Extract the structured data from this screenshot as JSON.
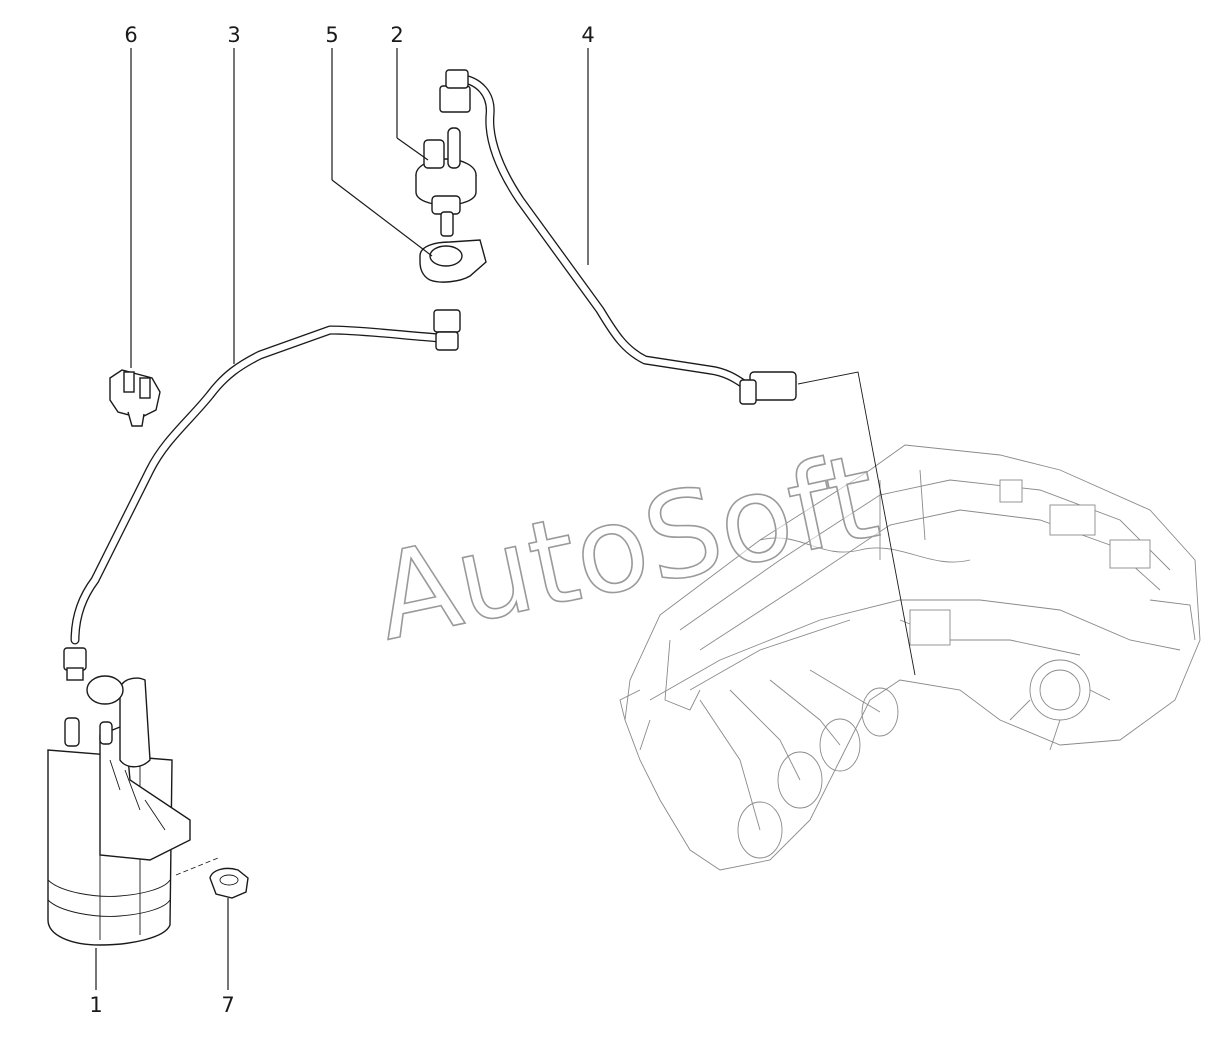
{
  "diagram": {
    "callouts": {
      "c1": "1",
      "c2": "2",
      "c3": "3",
      "c4": "4",
      "c5": "5",
      "c6": "6",
      "c7": "7"
    },
    "watermark": "AutoSoft"
  },
  "colors": {
    "line": "#1a1a1a",
    "engine_line": "#8a8a8a",
    "background": "#ffffff"
  }
}
